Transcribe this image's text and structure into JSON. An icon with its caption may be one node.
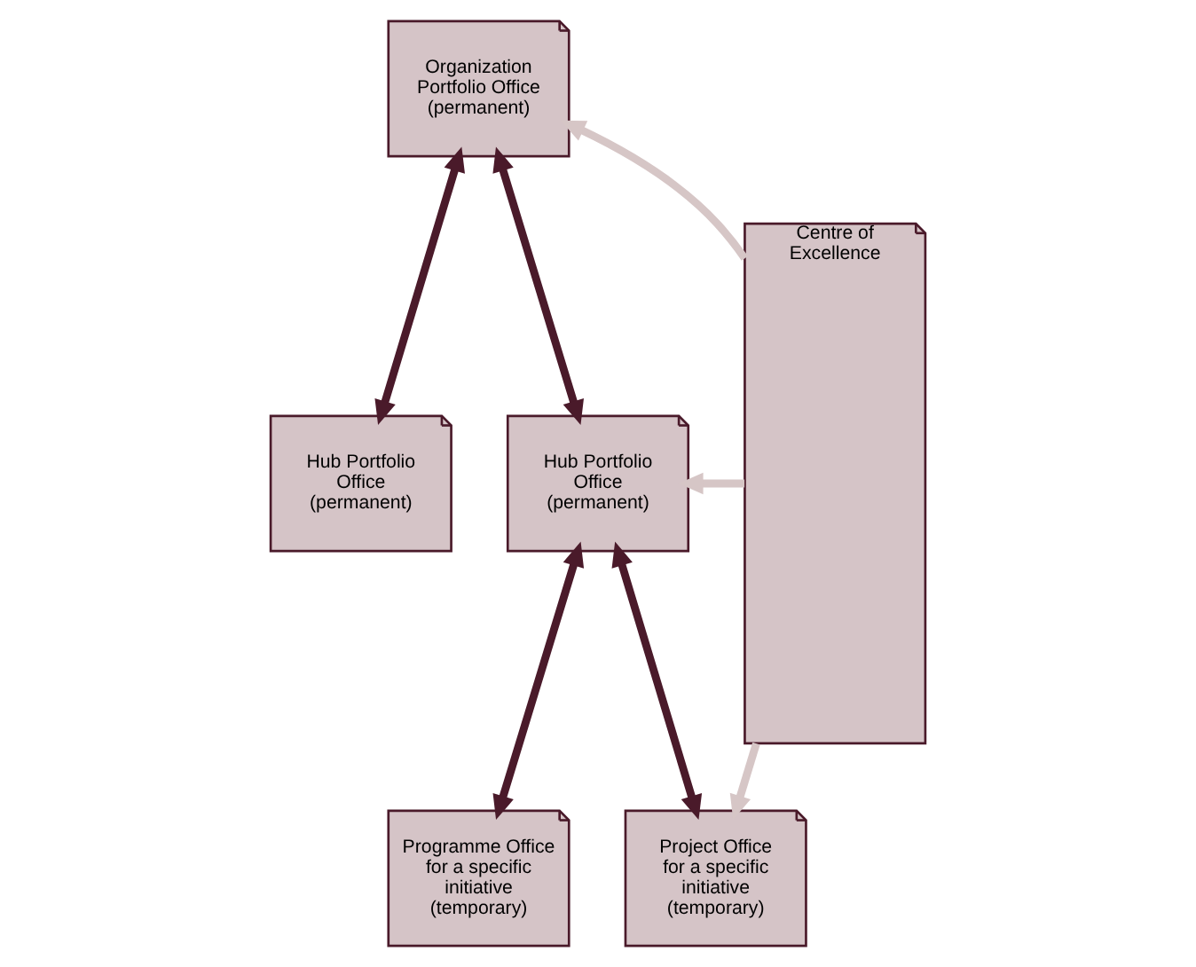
{
  "diagram": {
    "nodes": [
      {
        "text": [
          "Organization Portfolio Office (permanent)"
        ]
      },
      {
        "text": [
          "Hub Portfolio Office (permanent)"
        ]
      },
      {
        "text": [
          "Hub Portfolio Office (permanent)"
        ]
      },
      {
        "text": [
          "Programme Office for a specific initiative (temporary)"
        ]
      },
      {
        "text": [
          "Project Office for a specific initiative (temporary)"
        ]
      },
      {
        "text": [
          "Centre of Excellence"
        ]
      }
    ],
    "edges": [
      {
        "from": 0,
        "to": 1,
        "arrow": "both"
      },
      {
        "from": 0,
        "to": 2,
        "arrow": "both"
      },
      {
        "from": 2,
        "to": 3,
        "arrow": "both"
      },
      {
        "from": 2,
        "to": 4,
        "arrow": "both"
      },
      {
        "from": 5,
        "to": 0,
        "arrow": "to",
        "color": "#d6c6c6"
      },
      {
        "from": 5,
        "to": 2,
        "arrow": "to",
        "color": "#d6c6c6"
      },
      {
        "from": 5,
        "to": 4,
        "arrow": "to",
        "color": "#d6c6c6"
      }
    ]
  }
}
